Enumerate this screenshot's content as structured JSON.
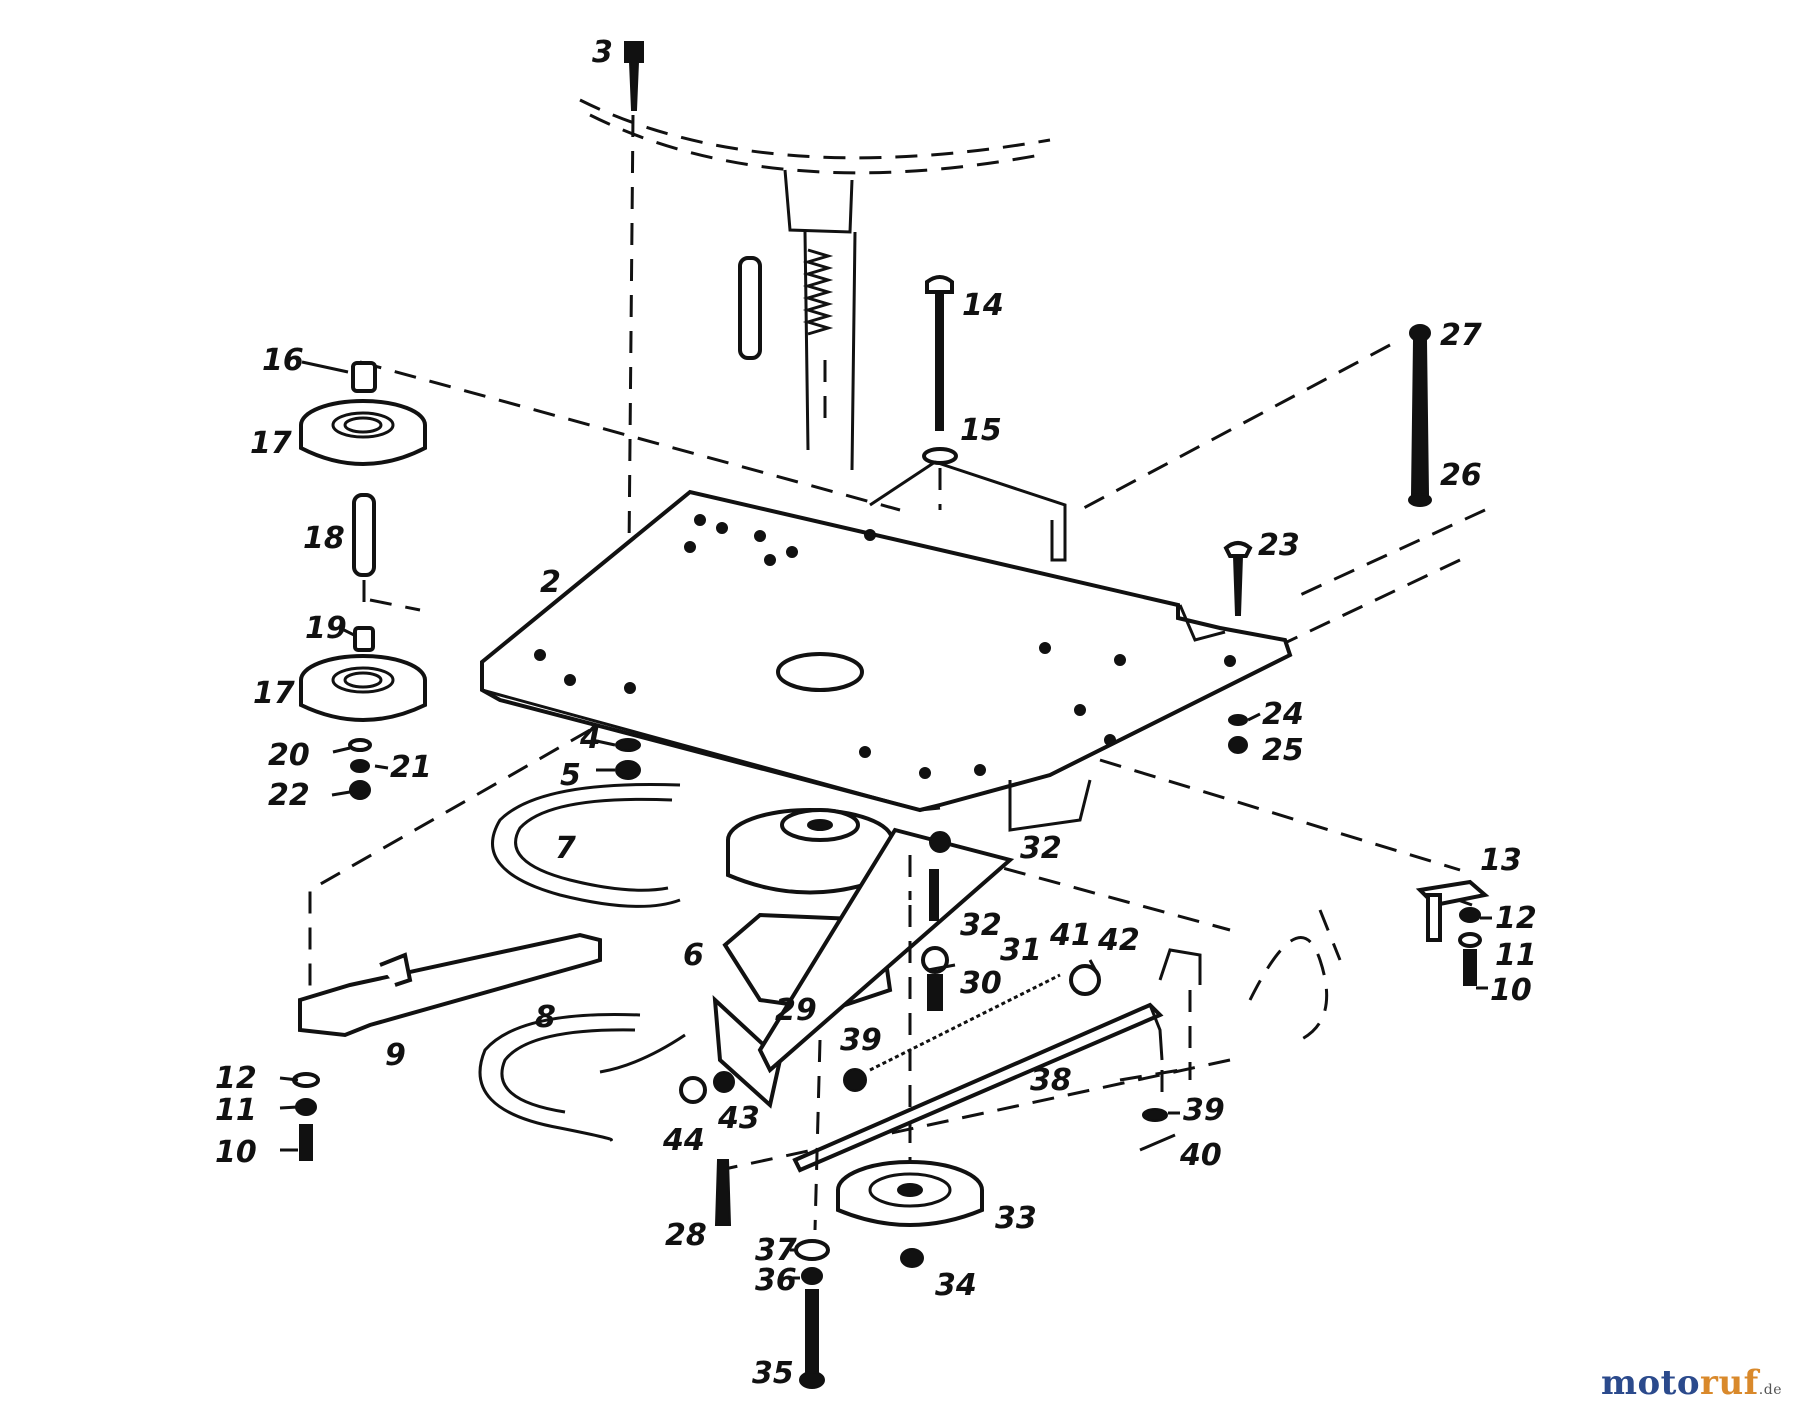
{
  "diagram": {
    "labels": [
      {
        "id": "lbl-3",
        "text": "3"
      },
      {
        "id": "lbl-14",
        "text": "14"
      },
      {
        "id": "lbl-27",
        "text": "27"
      },
      {
        "id": "lbl-16",
        "text": "16"
      },
      {
        "id": "lbl-17a",
        "text": "17"
      },
      {
        "id": "lbl-15",
        "text": "15"
      },
      {
        "id": "lbl-26",
        "text": "26"
      },
      {
        "id": "lbl-18",
        "text": "18"
      },
      {
        "id": "lbl-2",
        "text": "2"
      },
      {
        "id": "lbl-23",
        "text": "23"
      },
      {
        "id": "lbl-19",
        "text": "19"
      },
      {
        "id": "lbl-17b",
        "text": "17"
      },
      {
        "id": "lbl-24",
        "text": "24"
      },
      {
        "id": "lbl-25",
        "text": "25"
      },
      {
        "id": "lbl-20",
        "text": "20"
      },
      {
        "id": "lbl-21",
        "text": "21"
      },
      {
        "id": "lbl-4",
        "text": "4"
      },
      {
        "id": "lbl-22",
        "text": "22"
      },
      {
        "id": "lbl-5",
        "text": "5"
      },
      {
        "id": "lbl-7",
        "text": "7"
      },
      {
        "id": "lbl-32a",
        "text": "32"
      },
      {
        "id": "lbl-13",
        "text": "13"
      },
      {
        "id": "lbl-12a",
        "text": "12"
      },
      {
        "id": "lbl-32b",
        "text": "32"
      },
      {
        "id": "lbl-11a",
        "text": "11"
      },
      {
        "id": "lbl-6",
        "text": "6"
      },
      {
        "id": "lbl-31",
        "text": "31"
      },
      {
        "id": "lbl-41",
        "text": "41"
      },
      {
        "id": "lbl-42",
        "text": "42"
      },
      {
        "id": "lbl-10a",
        "text": "10"
      },
      {
        "id": "lbl-30",
        "text": "30"
      },
      {
        "id": "lbl-29",
        "text": "29"
      },
      {
        "id": "lbl-8",
        "text": "8"
      },
      {
        "id": "lbl-9",
        "text": "9"
      },
      {
        "id": "lbl-39a",
        "text": "39"
      },
      {
        "id": "lbl-38",
        "text": "38"
      },
      {
        "id": "lbl-12b",
        "text": "12"
      },
      {
        "id": "lbl-11b",
        "text": "11"
      },
      {
        "id": "lbl-43",
        "text": "43"
      },
      {
        "id": "lbl-44",
        "text": "44"
      },
      {
        "id": "lbl-39b",
        "text": "39"
      },
      {
        "id": "lbl-40",
        "text": "40"
      },
      {
        "id": "lbl-10b",
        "text": "10"
      },
      {
        "id": "lbl-33",
        "text": "33"
      },
      {
        "id": "lbl-28",
        "text": "28"
      },
      {
        "id": "lbl-37",
        "text": "37"
      },
      {
        "id": "lbl-36",
        "text": "36"
      },
      {
        "id": "lbl-34",
        "text": "34"
      },
      {
        "id": "lbl-35",
        "text": "35"
      }
    ]
  },
  "watermark": {
    "part1": "moto",
    "part2": "ruf",
    "suffix": ".de"
  }
}
